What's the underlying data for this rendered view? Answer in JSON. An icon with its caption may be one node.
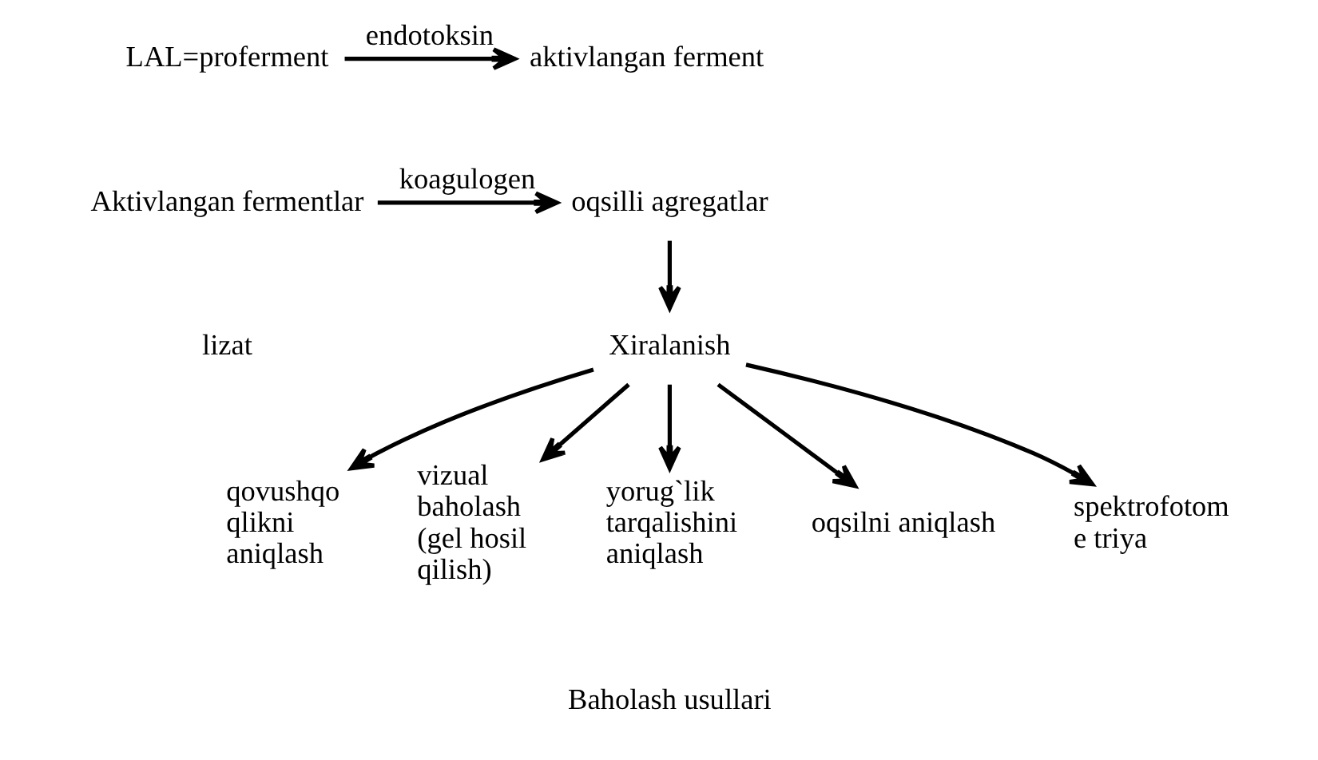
{
  "diagram": {
    "nodes": [
      {
        "text": [
          "LAL=proferment"
        ]
      },
      {
        "text": [
          "aktivlangan ferment"
        ]
      },
      {
        "text": [
          "Aktivlangan fermentlar"
        ]
      },
      {
        "text": [
          "oqsilli agregatlar"
        ]
      },
      {
        "text": [
          "Xiralanish"
        ]
      },
      {
        "text": [
          "qovushqo qlikni aniqlash"
        ]
      },
      {
        "text": [
          "vizual baholash (gel hosil qilish)"
        ]
      },
      {
        "text": [
          "yorug`lik tarqalishini aniqlash"
        ]
      },
      {
        "text": [
          "oqsilni aniqlash"
        ]
      },
      {
        "text": [
          "spektrofotome triya"
        ]
      }
    ],
    "edges": [
      {
        "from": 0,
        "to": 1,
        "arrow": "to",
        "label": "endotoksin"
      },
      {
        "from": 2,
        "to": 3,
        "arrow": "to",
        "label": "koagulogen"
      },
      {
        "from": 3,
        "to": 4,
        "arrow": "to"
      },
      {
        "from": 4,
        "to": 5,
        "arrow": "to"
      },
      {
        "from": 4,
        "to": 6,
        "arrow": "to"
      },
      {
        "from": 4,
        "to": 7,
        "arrow": "to"
      },
      {
        "from": 4,
        "to": 8,
        "arrow": "to"
      },
      {
        "from": 4,
        "to": 9,
        "arrow": "to"
      }
    ],
    "labels": [
      "lizat",
      "Baholash usullari"
    ]
  }
}
